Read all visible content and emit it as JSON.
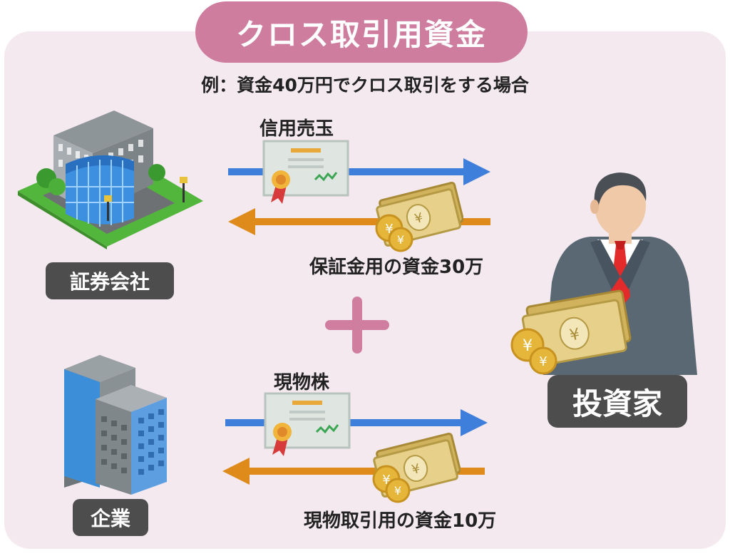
{
  "title": "クロス取引用資金",
  "subtitle": "例：資金40万円でクロス取引をする場合",
  "top_flow": {
    "item_label": "信用売玉",
    "payment_label": "保証金用の資金30万"
  },
  "bottom_flow": {
    "item_label": "現物株",
    "payment_label": "現物取引用の資金10万"
  },
  "parties": {
    "securities_company": "証券会社",
    "company": "企業",
    "investor": "投資家"
  },
  "icons": {
    "securities_company": "office-building-icon",
    "company": "tower-building-icon",
    "investor": "businessman-icon",
    "certificate": "certificate-icon",
    "money": "yen-bills-coins-icon",
    "plus": "plus-icon"
  },
  "colors": {
    "title_bg": "#cf7d9f",
    "panel_bg": "#f3e9ef",
    "arrow_out": "#3f7fdc",
    "arrow_in": "#de8b1b",
    "label_bg": "#4d4d4d",
    "plus": "#d07ea0"
  }
}
